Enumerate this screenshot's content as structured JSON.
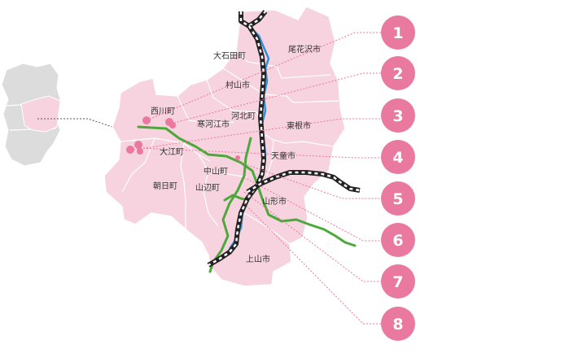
{
  "colors": {
    "region_fill": "#f6d3de",
    "region_border": "#ffffff",
    "inset_gray": "#dcdcdc",
    "inset_highlight": "#f6d3de",
    "river": "#2d8fd6",
    "road": "#4ca83a",
    "railway_dark": "#222222",
    "railway_light": "#ffffff",
    "marker": "#e9799e",
    "marker_text": "#ffffff",
    "leader_line": "#e9799e"
  },
  "municipalities": [
    {
      "id": "oishida",
      "name": "大石田町"
    },
    {
      "id": "obanazawa",
      "name": "尾花沢市"
    },
    {
      "id": "murayama",
      "name": "村山市"
    },
    {
      "id": "nishikawa",
      "name": "西川町"
    },
    {
      "id": "kahoku",
      "name": "河北町"
    },
    {
      "id": "sagae",
      "name": "寒河江市"
    },
    {
      "id": "higashine",
      "name": "東根市"
    },
    {
      "id": "oe",
      "name": "大江町"
    },
    {
      "id": "tendo",
      "name": "天童市"
    },
    {
      "id": "nakayama",
      "name": "中山町"
    },
    {
      "id": "asahi",
      "name": "朝日町"
    },
    {
      "id": "yamanobe",
      "name": "山辺町"
    },
    {
      "id": "yamagata",
      "name": "山形市"
    },
    {
      "id": "kaminoyama",
      "name": "上山市"
    }
  ],
  "markers": [
    {
      "id": "m1",
      "number": "1"
    },
    {
      "id": "m2",
      "number": "2"
    },
    {
      "id": "m3",
      "number": "3"
    },
    {
      "id": "m4",
      "number": "4"
    },
    {
      "id": "m5",
      "number": "5"
    },
    {
      "id": "m6",
      "number": "6"
    },
    {
      "id": "m7",
      "number": "7"
    },
    {
      "id": "m8",
      "number": "8"
    }
  ]
}
